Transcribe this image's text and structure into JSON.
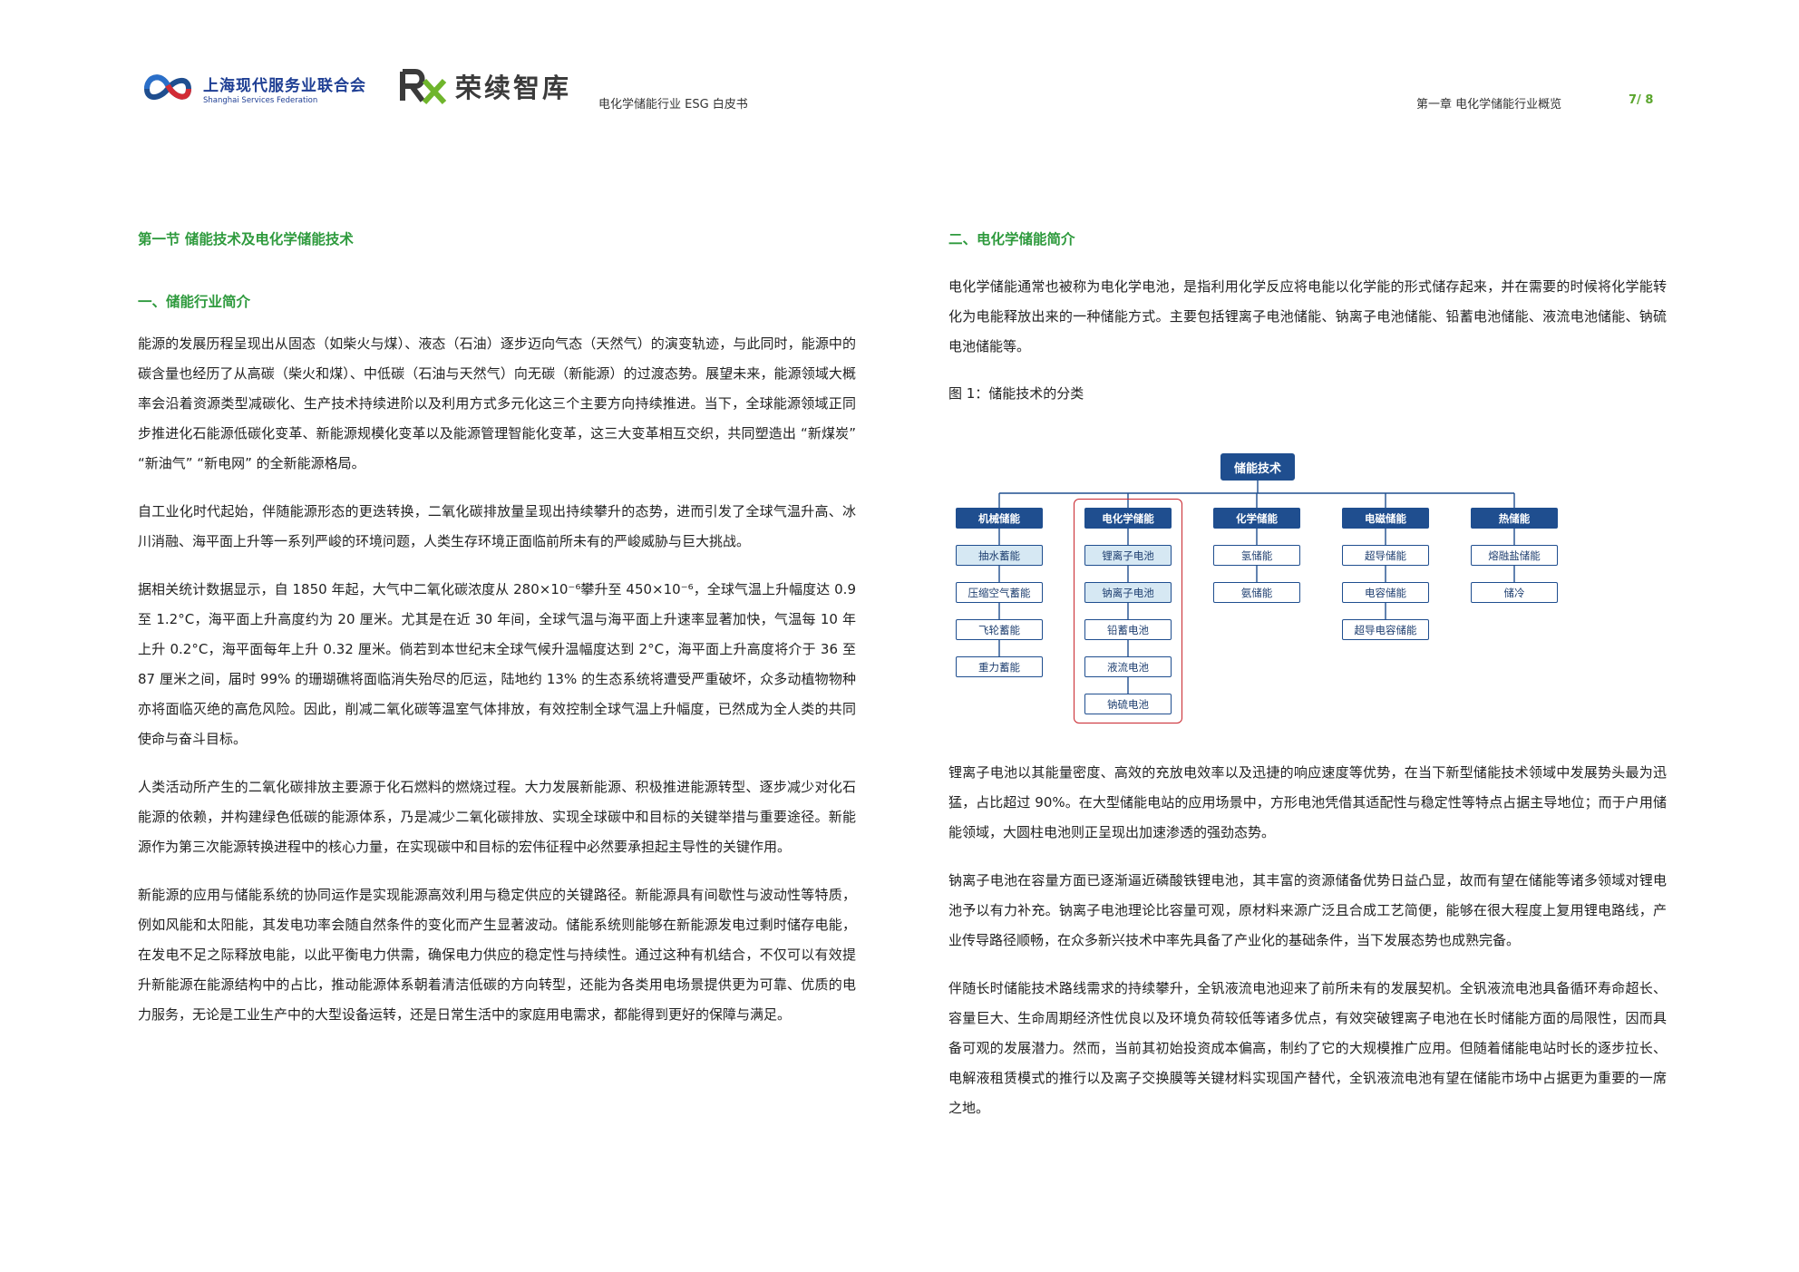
{
  "header": {
    "org1_cn": "上海现代服务业联合会",
    "org1_en": "Shanghai Services Federation",
    "org2_name": "荣续智库",
    "doc_title": "电化学储能行业 ESG 白皮书",
    "chapter": "第一章  电化学储能行业概览",
    "page": "7/ 8"
  },
  "left": {
    "section_title": "第一节  储能技术及电化学储能技术",
    "subsection_title": "一、储能行业简介",
    "paragraphs": [
      "能源的发展历程呈现出从固态（如柴火与煤）、液态（石油）逐步迈向气态（天然气）的演变轨迹，与此同时，能源中的碳含量也经历了从高碳（柴火和煤）、中低碳（石油与天然气）向无碳（新能源）的过渡态势。展望未来，能源领域大概率会沿着资源类型减碳化、生产技术持续进阶以及利用方式多元化这三个主要方向持续推进。当下，全球能源领域正同步推进化石能源低碳化变革、新能源规模化变革以及能源管理智能化变革，这三大变革相互交织，共同塑造出 “新煤炭” “新油气” “新电网” 的全新能源格局。",
      "自工业化时代起始，伴随能源形态的更迭转换，二氧化碳排放量呈现出持续攀升的态势，进而引发了全球气温升高、冰川消融、海平面上升等一系列严峻的环境问题，人类生存环境正面临前所未有的严峻威胁与巨大挑战。",
      "据相关统计数据显示，自 1850 年起，大气中二氧化碳浓度从 280×10⁻⁶攀升至 450×10⁻⁶，全球气温上升幅度达 0.9 至 1.2°C，海平面上升高度约为 20 厘米。尤其是在近 30 年间，全球气温与海平面上升速率显著加快，气温每 10 年上升 0.2°C，海平面每年上升 0.32 厘米。倘若到本世纪末全球气候升温幅度达到 2°C，海平面上升高度将介于 36 至 87 厘米之间，届时 99% 的珊瑚礁将面临消失殆尽的厄运，陆地约 13% 的生态系统将遭受严重破坏，众多动植物物种亦将面临灭绝的高危风险。因此，削减二氧化碳等温室气体排放，有效控制全球气温上升幅度，已然成为全人类的共同使命与奋斗目标。",
      "人类活动所产生的二氧化碳排放主要源于化石燃料的燃烧过程。大力发展新能源、积极推进能源转型、逐步减少对化石能源的依赖，并构建绿色低碳的能源体系，乃是减少二氧化碳排放、实现全球碳中和目标的关键举措与重要途径。新能源作为第三次能源转换进程中的核心力量，在实现碳中和目标的宏伟征程中必然要承担起主导性的关键作用。",
      "新能源的应用与储能系统的协同运作是实现能源高效利用与稳定供应的关键路径。新能源具有间歇性与波动性等特质，例如风能和太阳能，其发电功率会随自然条件的变化而产生显著波动。储能系统则能够在新能源发电过剩时储存电能，在发电不足之际释放电能，以此平衡电力供需，确保电力供应的稳定性与持续性。通过这种有机结合，不仅可以有效提升新能源在能源结构中的占比，推动能源体系朝着清洁低碳的方向转型，还能为各类用电场景提供更为可靠、优质的电力服务，无论是工业生产中的大型设备运转，还是日常生活中的家庭用电需求，都能得到更好的保障与满足。"
    ]
  },
  "right": {
    "subsection_title": "二、电化学储能简介",
    "intro": "电化学储能通常也被称为电化学电池，是指利用化学反应将电能以化学能的形式储存起来，并在需要的时候将化学能转化为电能释放出来的一种储能方式。主要包括锂离子电池储能、钠离子电池储能、铅蓄电池储能、液流电池储能、钠硫电池储能等。",
    "figure_title": "图 1：储能技术的分类",
    "paragraphs": [
      "锂离子电池以其能量密度、高效的充放电效率以及迅捷的响应速度等优势，在当下新型储能技术领域中发展势头最为迅猛，占比超过 90%。在大型储能电站的应用场景中，方形电池凭借其适配性与稳定性等特点占据主导地位；而于户用储能领域，大圆柱电池则正呈现出加速渗透的强劲态势。",
      "钠离子电池在容量方面已逐渐逼近磷酸铁锂电池，其丰富的资源储备优势日益凸显，故而有望在储能等诸多领域对锂电池予以有力补充。钠离子电池理论比容量可观，原材料来源广泛且合成工艺简便，能够在很大程度上复用锂电路线，产业传导路径顺畅，在众多新兴技术中率先具备了产业化的基础条件，当下发展态势也成熟完备。",
      "伴随长时储能技术路线需求的持续攀升，全钒液流电池迎来了前所未有的发展契机。全钒液流电池具备循环寿命超长、容量巨大、生命周期经济性优良以及环境负荷较低等诸多优点，有效突破锂离子电池在长时储能方面的局限性，因而具备可观的发展潜力。然而，当前其初始投资成本偏高，制约了它的大规模推广应用。但随着储能电站时长的逐步拉长、电解液租赁模式的推行以及离子交换膜等关键材料实现国产替代，全钒液流电池有望在储能市场中占据更为重要的一席之地。"
    ]
  },
  "diagram": {
    "root": "储能技术",
    "categories": [
      {
        "name": "机械储能",
        "items": [
          "抽水蓄能",
          "压缩空气蓄能",
          "飞轮蓄能",
          "重力蓄能"
        ]
      },
      {
        "name": "电化学储能",
        "items": [
          "锂离子电池",
          "钠离子电池",
          "铅蓄电池",
          "液流电池",
          "钠硫电池"
        ]
      },
      {
        "name": "化学储能",
        "items": [
          "氢储能",
          "氨储能"
        ]
      },
      {
        "name": "电磁储能",
        "items": [
          "超导储能",
          "电容储能",
          "超导电容储能"
        ]
      },
      {
        "name": "热储能",
        "items": [
          "熔融盐储能",
          "储冷"
        ]
      }
    ],
    "colors": {
      "node": "#1f4e8f",
      "highlight_fill": "#d6e8f3",
      "highlight_border": "#c9252d"
    }
  }
}
